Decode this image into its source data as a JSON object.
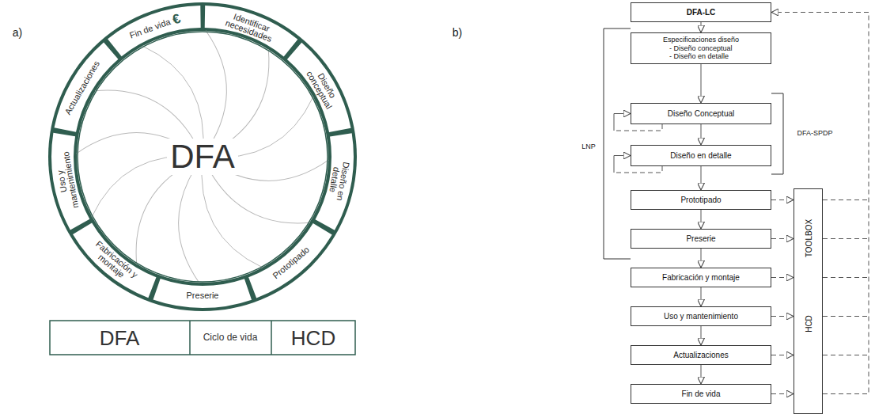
{
  "diagram": {
    "nodes": [
      {
        "text": [
          "DFA"
        ]
      },
      {
        "text": [
          "Identificar necesidades"
        ]
      },
      {
        "text": [
          "Diseño conceptual"
        ]
      },
      {
        "text": [
          "Diseño en detalle"
        ]
      },
      {
        "text": [
          "Prototipado"
        ]
      },
      {
        "text": [
          "Preserie"
        ]
      },
      {
        "text": [
          "Fabricación y montaje"
        ]
      },
      {
        "text": [
          "Uso y mantenimiento"
        ]
      },
      {
        "text": [
          "Actualizaciones"
        ]
      },
      {
        "text": [
          "Fin de vida",
          "€"
        ]
      },
      {
        "text": [
          "DFA-LC"
        ]
      },
      {
        "text": [
          "Especificaciones diseño",
          "- Diseño conceptual",
          "- Diseño en detalle"
        ]
      },
      {
        "text": [
          "Diseño Conceptual"
        ]
      },
      {
        "text": [
          "Diseño en detalle"
        ]
      },
      {
        "text": [
          "Prototipado"
        ]
      },
      {
        "text": [
          "Preserie"
        ]
      },
      {
        "text": [
          "Fabricación y montaje"
        ]
      },
      {
        "text": [
          "Uso y mantenimiento"
        ]
      },
      {
        "text": [
          "Actualizaciones"
        ]
      },
      {
        "text": [
          "Fin de vida"
        ]
      },
      {
        "text": [
          "TOOLBOX",
          "HCD"
        ]
      }
    ],
    "edges": [
      {
        "from": 10,
        "to": 11,
        "arrow": "to"
      },
      {
        "from": 11,
        "to": 12,
        "arrow": "to"
      },
      {
        "from": 12,
        "to": 13,
        "arrow": "to"
      },
      {
        "from": 13,
        "to": 14,
        "arrow": "to"
      },
      {
        "from": 14,
        "to": 15,
        "arrow": "to"
      },
      {
        "from": 15,
        "to": 16,
        "arrow": "to"
      },
      {
        "from": 16,
        "to": 17,
        "arrow": "to"
      },
      {
        "from": 17,
        "to": 18,
        "arrow": "to"
      },
      {
        "from": 18,
        "to": 19,
        "arrow": "to"
      },
      {
        "from": 12,
        "to": 12,
        "arrow": "to"
      },
      {
        "from": 13,
        "to": 13,
        "arrow": "to"
      },
      {
        "from": 14,
        "to": 20,
        "arrow": "to"
      },
      {
        "from": 15,
        "to": 20,
        "arrow": "to"
      },
      {
        "from": 16,
        "to": 20,
        "arrow": "to"
      },
      {
        "from": 17,
        "to": 20,
        "arrow": "to"
      },
      {
        "from": 18,
        "to": 20,
        "arrow": "to"
      },
      {
        "from": 19,
        "to": 20,
        "arrow": "to"
      },
      {
        "from": 20,
        "to": 10,
        "arrow": "to"
      }
    ],
    "labels": [
      "a)",
      "b)",
      "DFA",
      "Ciclo de vida",
      "HCD",
      "DFA-SPDP",
      "LNP"
    ]
  }
}
